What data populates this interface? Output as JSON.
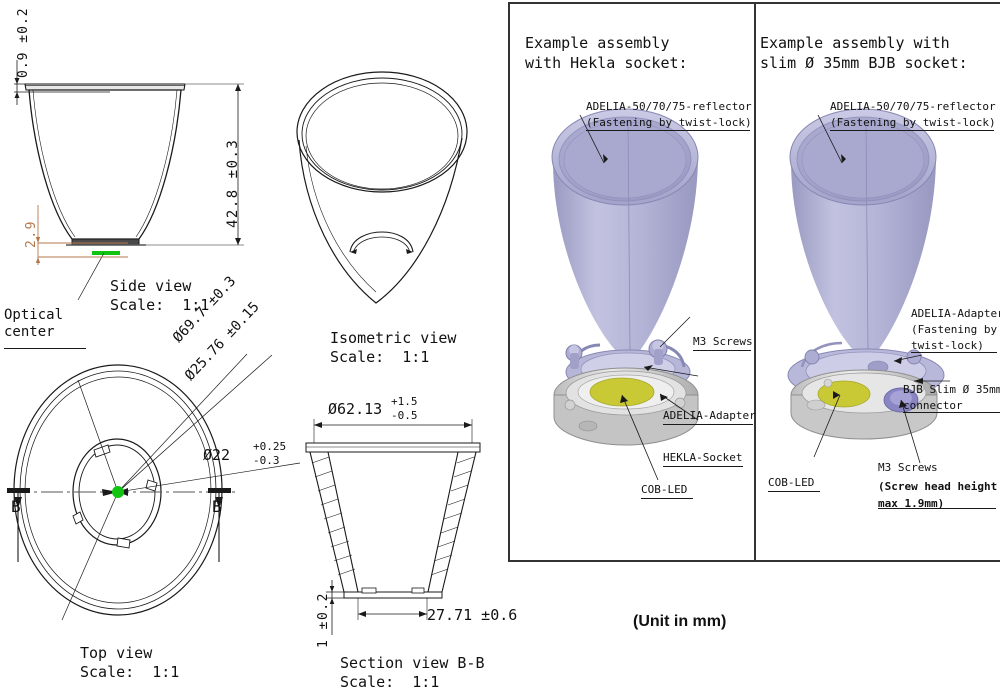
{
  "drawing": {
    "unit_note": "(Unit in mm)",
    "views": [
      {
        "id": "side",
        "title": "Side view",
        "scale_label": "Scale:  1:1"
      },
      {
        "id": "isometric",
        "title": "Isometric view",
        "scale_label": "Scale:  1:1"
      },
      {
        "id": "top",
        "title": "Top view",
        "scale_label": "Scale:  1:1"
      },
      {
        "id": "section",
        "title": "Section view B-B",
        "scale_label": "Scale:  1:1"
      }
    ],
    "dimensions": {
      "side_flange_thickness": "0.9 ±0.2",
      "side_total_height": "42.8 ±0.3",
      "side_optical_offset": "2.9",
      "top_outer_diameter": "Ø69.7 ±0.3",
      "top_inner_diameter": "Ø25.76 ±0.15",
      "top_bore_diameter": "Ø22",
      "top_bore_tol_upper": "+0.25",
      "top_bore_tol_lower": "-0.3",
      "section_top_diameter": "Ø62.13",
      "section_top_tol_upper": "+1.5",
      "section_top_tol_lower": "-0.5",
      "section_base_width": "27.71 ±0.6",
      "section_base_thickness": "1 ±0.2"
    },
    "annotations": {
      "optical_center": "Optical\ncenter",
      "section_marker": "B"
    },
    "colors": {
      "line": "#1a1a1a",
      "optical_center_marker": "#12c412",
      "offset_dimension": "#b5794d",
      "reflector_body": "#b3b3d6",
      "reflector_light": "#c7c7e4",
      "reflector_dark": "#9a9ac2",
      "socket_gray": "#d9d9d9",
      "socket_shadow": "#b0b0b0",
      "cob_led": "#c9c935",
      "connector_blue": "#8a86c4",
      "panel_border": "#333333"
    }
  },
  "panels": {
    "left": {
      "title": "Example assembly\nwith Hekla socket:",
      "callouts": [
        {
          "id": "reflector",
          "text": "ADELIA-50/70/75-reflector\n(Fastening by twist-lock)"
        },
        {
          "id": "m3-screws",
          "text": "M3 Screws"
        },
        {
          "id": "adapter",
          "text": "ADELIA-Adapter"
        },
        {
          "id": "socket",
          "text": "HEKLA-Socket"
        },
        {
          "id": "cob-led",
          "text": "COB-LED"
        }
      ]
    },
    "right": {
      "title": "Example assembly with\nslim Ø 35mm BJB socket:",
      "callouts": [
        {
          "id": "reflector",
          "text": "ADELIA-50/70/75-reflector\n(Fastening by twist-lock)"
        },
        {
          "id": "adapter",
          "text": "ADELIA-Adapter\n(Fastening by\ntwist-lock)"
        },
        {
          "id": "connector",
          "text": "BJB Slim Ø 35mm\nconnector"
        },
        {
          "id": "cob-led",
          "text": "COB-LED"
        },
        {
          "id": "m3-screws",
          "text": "M3 Screws"
        },
        {
          "id": "m3-note",
          "text": "(Screw head height\nmax 1.9mm)"
        }
      ]
    }
  }
}
